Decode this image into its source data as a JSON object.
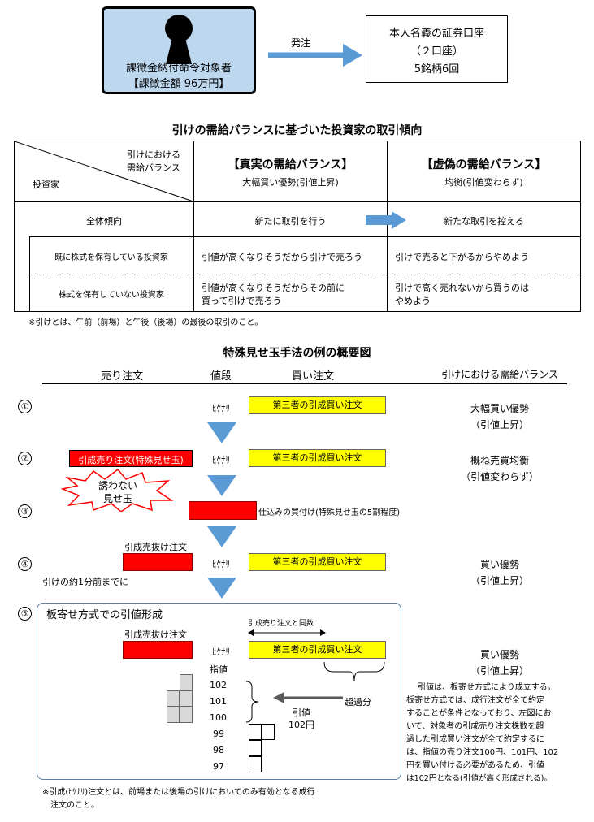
{
  "top": {
    "subject_line1": "課徴金納付命令対象者",
    "subject_line2": "【課徴金額 96万円】",
    "arrow_label": "発注",
    "account_line1": "本人名義の証券口座",
    "account_line2": "（２口座）",
    "account_line3": "5銘柄6回"
  },
  "balance": {
    "title": "引けの需給バランスに基づいた投資家の取引傾向",
    "corner_top": "引けにおける",
    "corner_top2": "需給バランス",
    "corner_bottom": "投資家",
    "true_head": "【真実の需給バランス】",
    "true_sub": "大幅買い優勢(引値上昇)",
    "false_head": "【虚偽の需給バランス】",
    "false_sub": "均衡(引値変わらず)",
    "rows": [
      {
        "label": "全体傾向",
        "true": "新たに取引を行う",
        "false": "新たな取引を控える"
      },
      {
        "label": "既に株式を保有している投資家",
        "true": "引値が高くなりそうだから引けで売ろう",
        "false": "引けで売ると下がるからやめよう"
      },
      {
        "label": "株式を保有していない投資家",
        "true1": "引値が高くなりそうだからその前に",
        "true2": "買って引けで売ろう",
        "false1": "引けで高く売れないから買うのは",
        "false2": "やめよう"
      }
    ],
    "note": "※引けとは、午前（前場）と午後（後場）の最後の取引のこと。"
  },
  "scheme": {
    "title": "特殊見せ玉手法の例の概要図",
    "col_sell": "売り注文",
    "col_price": "値段",
    "col_buy": "買い注文",
    "col_balance": "引けにおける需給バランス",
    "hikenari": "ﾋｹﾅﾘ",
    "third_party": "第三者の引成買い注文",
    "steps": {
      "s1": {
        "num": "①",
        "bal1": "大幅買い優勢",
        "bal2": "（引値上昇）"
      },
      "s2": {
        "num": "②",
        "red": "引成売り注文(特殊見せ玉)",
        "bal1": "概ね売買均衡",
        "bal2": "（引値変わらず）",
        "burst1": "誘わない",
        "burst2": "見せ玉"
      },
      "s3": {
        "num": "③",
        "label": "仕込みの買付け(特殊見せ玉の5割程度)"
      },
      "s4": {
        "num": "④",
        "top": "引成売抜け注文",
        "bottom": "引けの約1分前までに",
        "bal1": "買い優勢",
        "bal2": "（引値上昇）"
      },
      "s5": {
        "num": "⑤",
        "box_title": "板寄せ方式での引値形成",
        "red_label": "引成売抜け注文",
        "same": "引成売り注文と同数",
        "limit": "指値",
        "excess": "超過分",
        "close_label": "引値",
        "close_value": "102円",
        "prices": [
          "102",
          "101",
          "100",
          "99",
          "98",
          "97"
        ],
        "bal1": "買い優勢",
        "bal2": "（引値上昇）"
      }
    },
    "explain": [
      "引値は、板寄せ方式により成立する。",
      "板寄せ方式では、成行注文が全て約定",
      "することが条件となっており、左図にお",
      "いて、対象者の引成売り注文株数を超",
      "過した引成買い注文が全て約定するに",
      "は、指値の売り注文100円、101円、102",
      "円を買い付ける必要があるため、引値",
      "は102円となる(引値が高く形成される)。"
    ],
    "footnote1": "※引成(ﾋｹﾅﾘ)注文とは、前場または後場の引けにおいてのみ有効となる成行",
    "footnote2": "注文のこと。"
  }
}
